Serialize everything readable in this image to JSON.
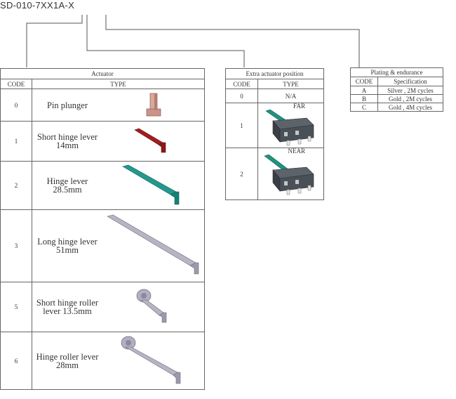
{
  "part_number": "SD-010-7XX1A-X",
  "actuator": {
    "title": "Actuator",
    "col_code": "CODE",
    "col_type": "TYPE",
    "rows": [
      {
        "code": "0",
        "name": "Pin plunger",
        "icon": "pin-plunger-icon"
      },
      {
        "code": "1",
        "name": "Short hinge lever 14mm",
        "icon": "short-hinge-lever-icon"
      },
      {
        "code": "2",
        "name": "Hinge lever 28.5mm",
        "icon": "hinge-lever-icon"
      },
      {
        "code": "3",
        "name": "Long hinge lever 51mm",
        "icon": "long-hinge-lever-icon"
      },
      {
        "code": "5",
        "name": "Short hinge roller lever 13.5mm",
        "icon": "short-roller-lever-icon"
      },
      {
        "code": "6",
        "name": "Hinge roller lever 28mm",
        "icon": "roller-lever-icon"
      }
    ]
  },
  "extra": {
    "title": "Extra actuator position",
    "col_code": "CODE",
    "col_type": "TYPE",
    "rows": [
      {
        "code": "0",
        "label": "N/A"
      },
      {
        "code": "1",
        "label": "FAR"
      },
      {
        "code": "2",
        "label": "NEAR"
      }
    ]
  },
  "plating": {
    "title": "Plating & endurance",
    "col_code": "CODE",
    "col_spec": "Specification",
    "rows": [
      {
        "code": "A",
        "spec": "Silver , 2M cycles"
      },
      {
        "code": "B",
        "spec": "Gold , 2M cycles"
      },
      {
        "code": "C",
        "spec": "Gold , 4M cycles"
      }
    ]
  },
  "colors": {
    "plunger": "#c9958a",
    "red_lever": "#9b1c1c",
    "teal_lever": "#1e8c80",
    "grey_lever": "#a9a9b8",
    "switch_body": "#3a3f45"
  }
}
